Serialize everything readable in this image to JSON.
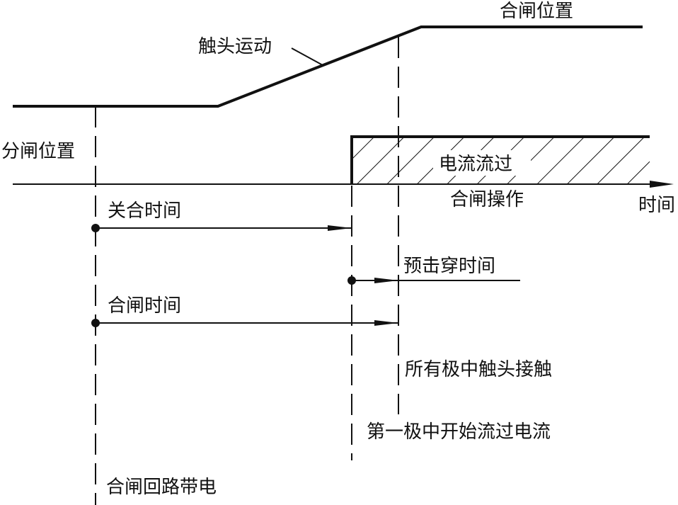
{
  "labels": {
    "closed_position": "合闸位置",
    "contact_motion": "触头运动",
    "open_position": "分闸位置",
    "current_flow": "电流流过",
    "closing_operation": "合闸操作",
    "time": "时间",
    "make_time": "关合时间",
    "prearcing_time": "预击穿时间",
    "closing_time": "合闸时间",
    "all_poles_contact": "所有极中触头接触",
    "first_pole_current": "第一极中开始流过电流",
    "closing_circuit_energized": "合闸回路带电"
  },
  "colors": {
    "ink": "#111111",
    "background": "#ffffff"
  }
}
